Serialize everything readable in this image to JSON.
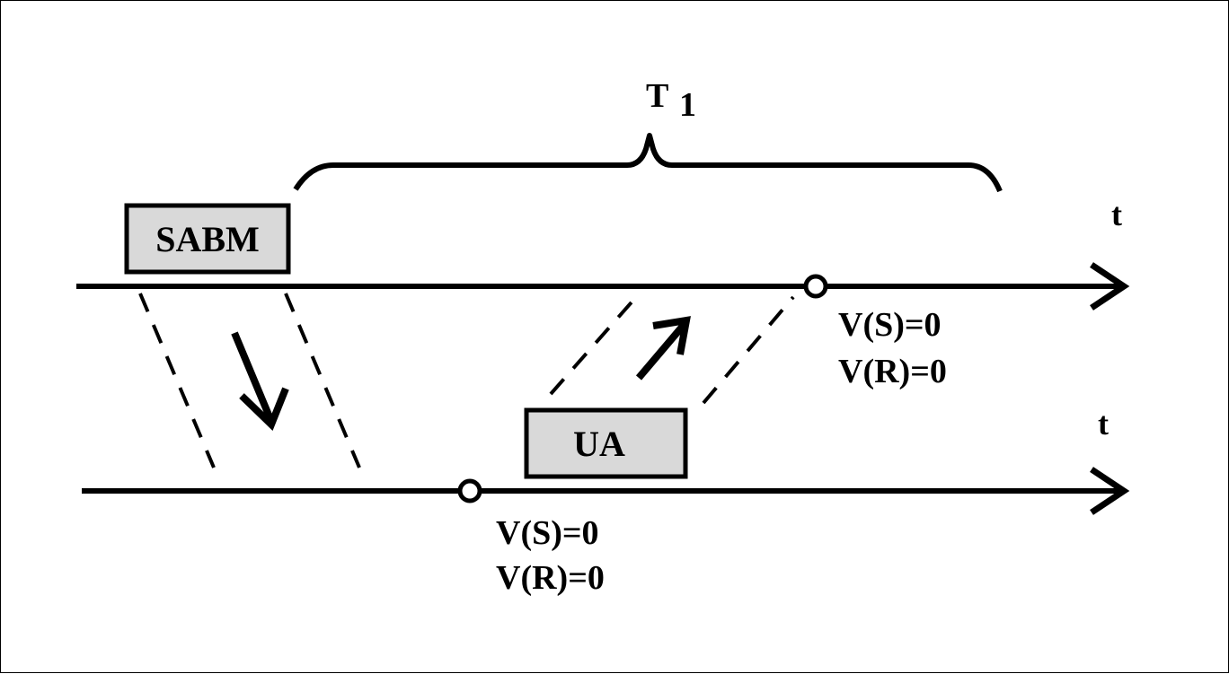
{
  "diagram": {
    "brace_label": "T",
    "brace_label_subscript": "1",
    "top_axis_label": "t",
    "bottom_axis_label": "t",
    "frames": {
      "sabm": "SABM",
      "ua": "UA"
    },
    "top_event": {
      "line1": "V(S)=0",
      "line2": "V(R)=0"
    },
    "bottom_event": {
      "line1": "V(S)=0",
      "line2": "V(R)=0"
    }
  },
  "colors": {
    "ink": "#000000",
    "frame_fill": "#d9d9d9",
    "background": "#ffffff"
  }
}
